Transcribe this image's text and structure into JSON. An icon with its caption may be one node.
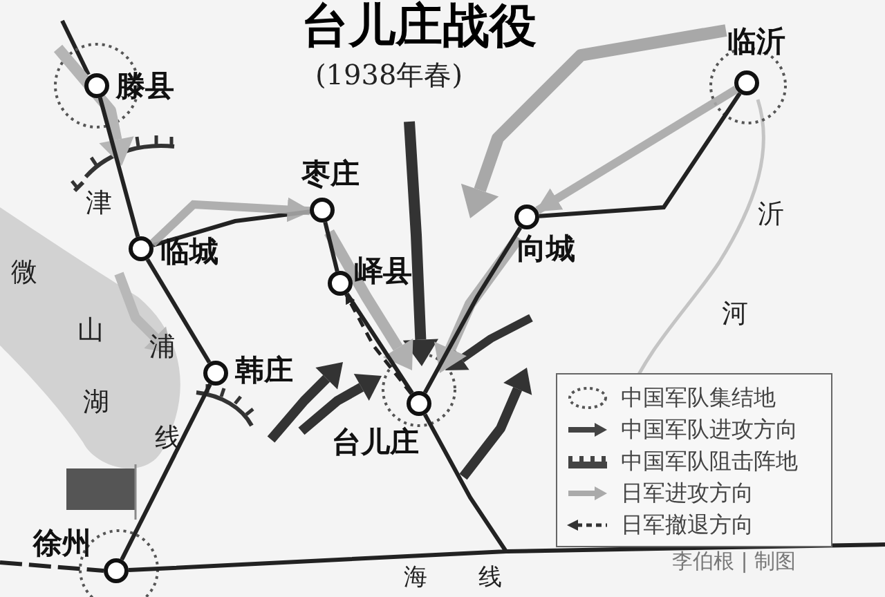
{
  "diagram": {
    "title": "台儿庄战役",
    "nodes": [
      {
        "text": [],
        "shape": "circle",
        "beside": [
          "滕县"
        ]
      },
      {
        "text": [],
        "shape": "circle",
        "beside": [
          "临沂"
        ]
      },
      {
        "text": [],
        "shape": "circle",
        "beside": [
          "枣庄"
        ]
      },
      {
        "text": [],
        "shape": "circle",
        "beside": [
          "向城"
        ]
      },
      {
        "text": [],
        "shape": "circle",
        "beside": [
          "临城"
        ]
      },
      {
        "text": [],
        "shape": "circle",
        "beside": [
          "峄县"
        ]
      },
      {
        "text": [],
        "shape": "circle",
        "beside": [
          "韩庄"
        ]
      },
      {
        "text": [],
        "shape": "circle",
        "beside": [
          "台儿庄"
        ]
      },
      {
        "text": [],
        "shape": "circle",
        "beside": [
          "徐州"
        ]
      }
    ],
    "edges": [
      {
        "from": 0,
        "to": 4,
        "arrow": "none"
      },
      {
        "from": 4,
        "to": 6,
        "arrow": "none"
      },
      {
        "from": 6,
        "to": 8,
        "arrow": "none"
      },
      {
        "from": 4,
        "to": 2,
        "arrow": "none"
      },
      {
        "from": 2,
        "to": 5,
        "arrow": "none"
      },
      {
        "from": 5,
        "to": 7,
        "arrow": "none"
      },
      {
        "from": 7,
        "to": 3,
        "arrow": "none"
      },
      {
        "from": 3,
        "to": 1,
        "arrow": "none"
      },
      {
        "from": 1,
        "to": 3,
        "arrow": "to",
        "style": "thick",
        "color": "#a8a8a8"
      },
      {
        "from": 4,
        "to": 2,
        "arrow": "to",
        "style": "thick",
        "color": "#a8a8a8"
      },
      {
        "from": 7,
        "to": 5,
        "arrow": "to",
        "style": "dashed"
      },
      {
        "from": 7,
        "to": 8,
        "arrow": "none"
      }
    ],
    "labels": [
      "(1938年春)",
      "津",
      "沂",
      "微",
      "河",
      "山",
      "浦",
      "湖",
      "线",
      "李伯根 | 制图",
      "海",
      "线"
    ],
    "legend": [
      {
        "text": "中国军队集结地"
      },
      {
        "text": "中国军队进攻方向"
      },
      {
        "text": "中国军队阻击阵地"
      },
      {
        "text": "日军进攻方向"
      },
      {
        "text": "日军撤退方向"
      }
    ]
  }
}
